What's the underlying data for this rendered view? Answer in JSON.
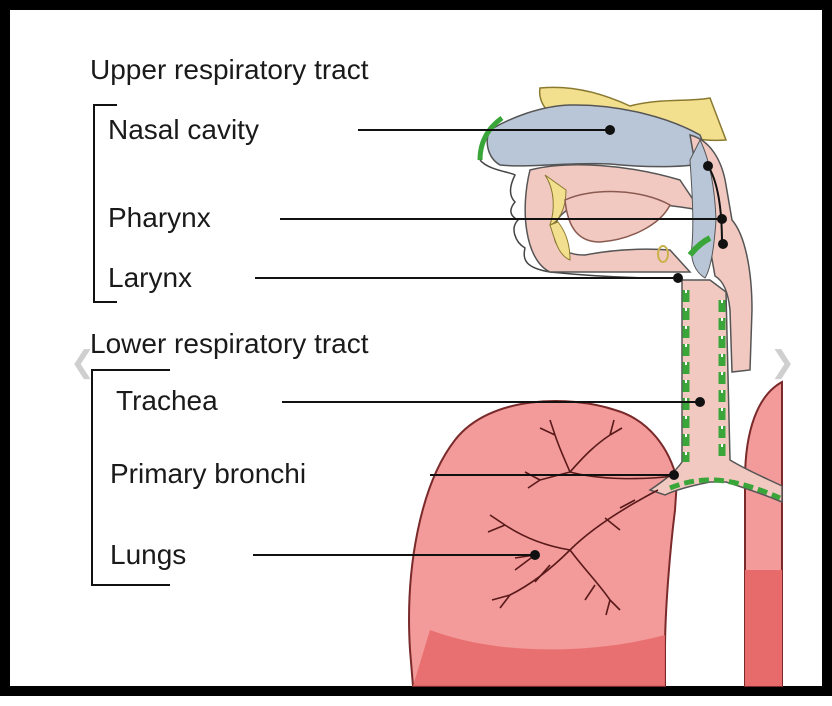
{
  "upper_tract": {
    "title": "Upper respiratory tract",
    "items": [
      {
        "key": "nasal",
        "label": "Nasal cavity"
      },
      {
        "key": "pharynx",
        "label": "Pharynx"
      },
      {
        "key": "larynx",
        "label": "Larynx"
      }
    ]
  },
  "lower_tract": {
    "title": "Lower respiratory tract",
    "items": [
      {
        "key": "trachea",
        "label": "Trachea"
      },
      {
        "key": "bronchi",
        "label": "Primary bronchi"
      },
      {
        "key": "lungs",
        "label": "Lungs"
      }
    ]
  },
  "nav": {
    "prev_glyph": "❮",
    "next_glyph": "❯"
  },
  "colors": {
    "lung": "#f39a9a",
    "lung_dark": "#e87272",
    "airway": "#f2c9c0",
    "cavity": "#b9c6d8",
    "bone": "#f2e08f",
    "mucosa": "#3aa63a",
    "line": "#111111"
  }
}
